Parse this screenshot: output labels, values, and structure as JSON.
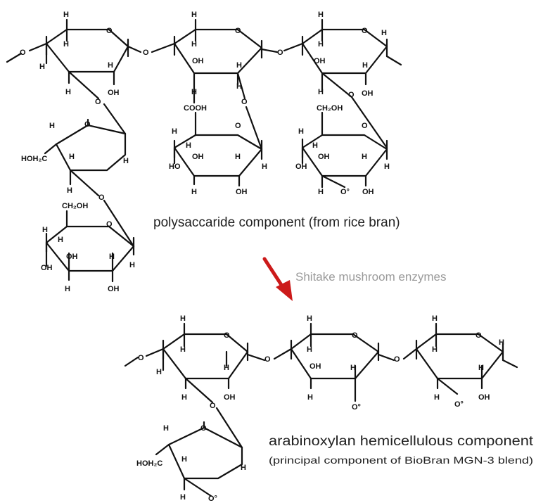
{
  "captions": {
    "top": "polysaccaride component (from rice bran)",
    "enzyme": "Shitake mushroom enzymes",
    "bottom": "arabinoxylan hemicellulous component",
    "bottom_sub": "(principal component of BioBran MGN-3 blend)"
  },
  "atoms": {
    "H": "H",
    "O": "O",
    "OH": "OH",
    "HO": "HO",
    "Odot": "O°",
    "CH2OH": "CH₂OH",
    "HOH2C": "HOH₂C",
    "COOH": "COOH"
  },
  "colors": {
    "arrow": "#cc1a1a",
    "enzyme_text": "#9a9a9a",
    "bond": "#111111"
  }
}
